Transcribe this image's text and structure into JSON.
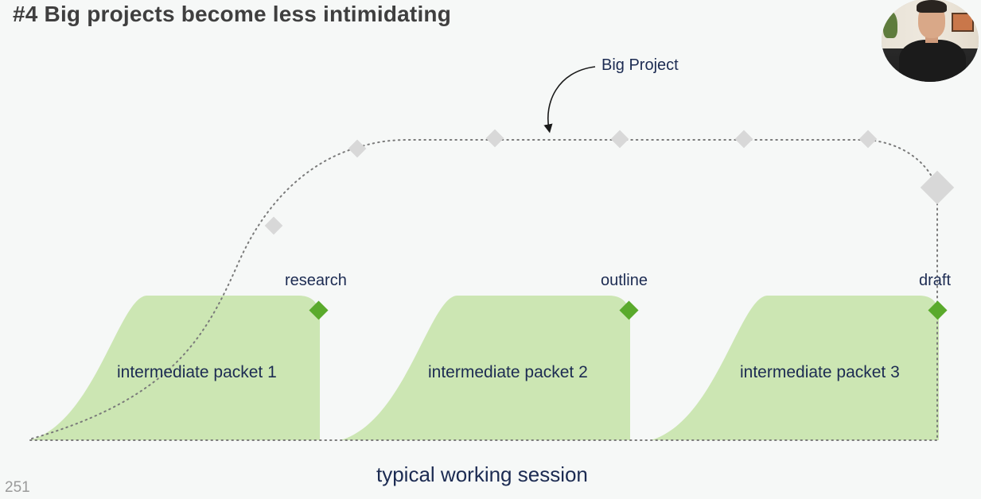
{
  "slide": {
    "title": "#4 Big projects become less intimidating",
    "slide_number": "251"
  },
  "diagram": {
    "big_project_label": "Big Project",
    "milestones": [
      {
        "label": "research"
      },
      {
        "label": "outline"
      },
      {
        "label": "draft"
      }
    ],
    "packets": [
      {
        "label": "intermediate packet 1"
      },
      {
        "label": "intermediate packet 2"
      },
      {
        "label": "intermediate packet 3"
      }
    ],
    "footer_label": "typical working session"
  },
  "colors": {
    "packet_fill": "#cce6b3",
    "milestone_green": "#5aaa2c",
    "grey_diamond": "#d8d8d8",
    "dotted_line": "#7a7a7a",
    "text_navy": "#1c2b52",
    "title_grey": "#3f3f3f"
  },
  "presenter": {
    "icon": "presenter-video-thumbnail"
  }
}
